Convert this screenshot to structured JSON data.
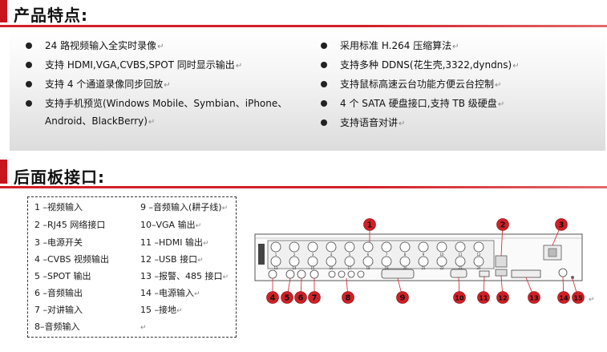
{
  "features_section": {
    "title": "产品特点:",
    "left": [
      {
        "text": "24 路视频输入全实时录像"
      },
      {
        "text": "支持 HDMI,VGA,CVBS,SPOT 同时显示输出"
      },
      {
        "text": "支持 4 个通道录像同步回放"
      },
      {
        "text": "支持手机预览(Windows Mobile、Symbian、iPhone、Android、BlackBerry)"
      }
    ],
    "right": [
      {
        "text": "采用标准 H.264 压缩算法"
      },
      {
        "text": "支持多种 DDNS(花生壳,3322,dyndns)"
      },
      {
        "text": "支持鼠标高速云台功能方便云台控制"
      },
      {
        "text": "4 个 SATA 硬盘接口,支持 TB 级硬盘"
      },
      {
        "text": "支持语音对讲"
      }
    ],
    "return_mark": "↵"
  },
  "panel_section": {
    "title": "后面板接口:",
    "ports": [
      {
        "a": "1 –视频输入",
        "b": "9 –音频输入(耕子线)"
      },
      {
        "a": "2 –RJ45 网络接口",
        "b": "10–VGA 输出"
      },
      {
        "a": "3 –电源开关",
        "b": "11 –HDMI 输出"
      },
      {
        "a": "4 –CVBS 视频输出",
        "b": "12 –USB 接口"
      },
      {
        "a": "5 –SPOT 输出",
        "b": "13 –报警、485 接口"
      },
      {
        "a": "6 –音频输出",
        "b": "14 –电源输入"
      },
      {
        "a": "7 –对讲输入",
        "b": "15 –接地"
      },
      {
        "a": "8–音频输入",
        "b": ""
      }
    ],
    "callouts": [
      "1",
      "2",
      "3",
      "4",
      "5",
      "6",
      "7",
      "8",
      "9",
      "10",
      "11",
      "12",
      "13",
      "14",
      "15"
    ],
    "bnc_numbers_top": [
      "1",
      "2",
      "3",
      "4",
      "5",
      "6",
      "7",
      "8",
      "9",
      "10",
      "11",
      "12"
    ],
    "bnc_numbers_bottom": [
      "13",
      "14",
      "15",
      "16",
      "17",
      "18",
      "19",
      "20",
      "21",
      "22",
      "23",
      "24"
    ],
    "accent_color": "#d21f26"
  }
}
